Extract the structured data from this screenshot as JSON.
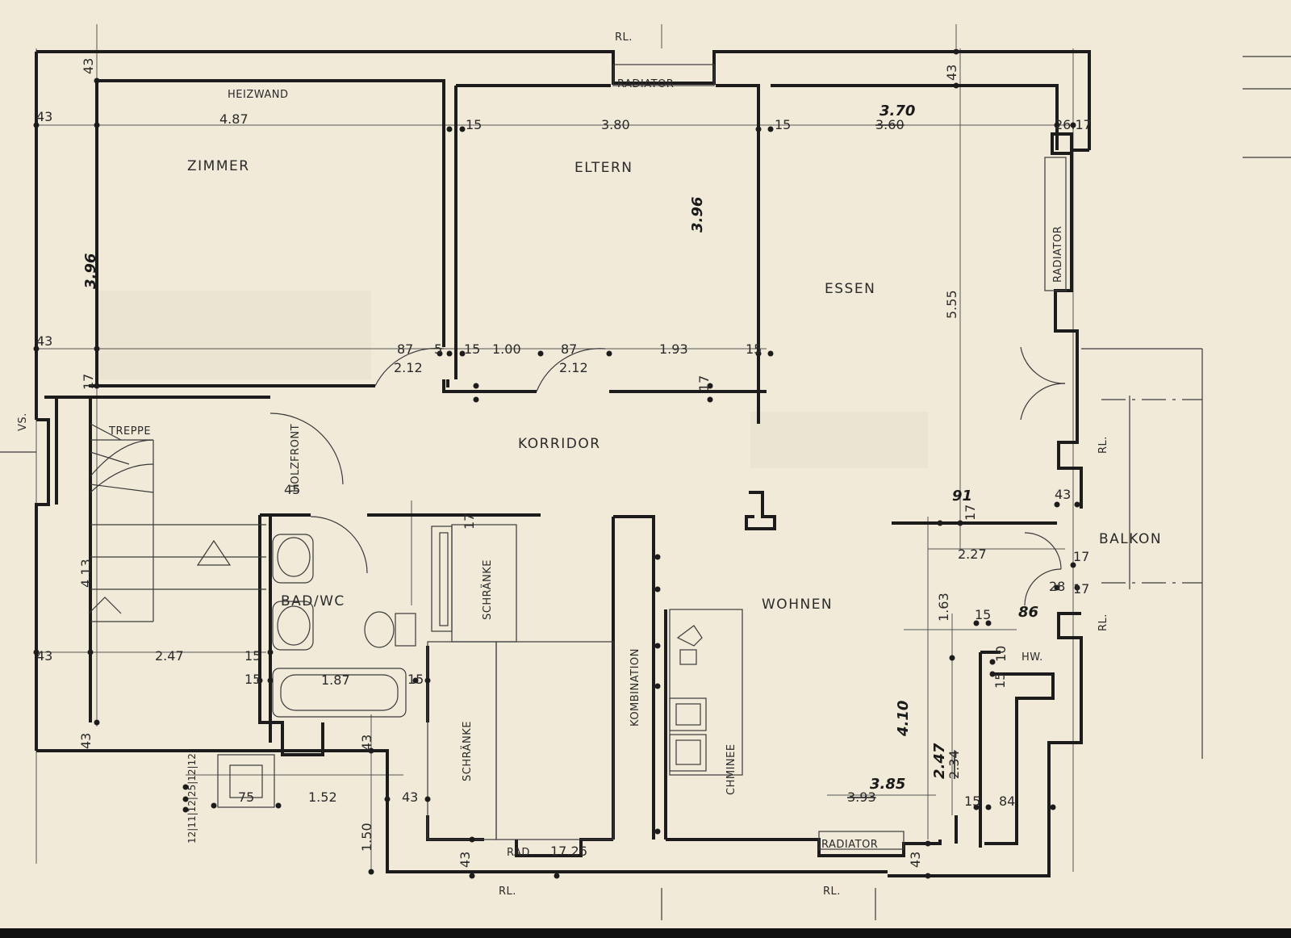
{
  "rooms": {
    "zimmer": "ZIMMER",
    "eltern": "ELTERN",
    "essen": "ESSEN",
    "korridor": "KORRIDOR",
    "wohnen": "WOHNEN",
    "bad_wc": "BAD/WC",
    "balkon": "BALKON",
    "treppe": "TREPPE"
  },
  "fixtures": {
    "heizwand": "HEIZWAND",
    "radiator_top": "RADIATOR",
    "radiator_right": "RADIATOR",
    "radiator_bottom": "RADIATOR",
    "rad_bottom": "RAD.",
    "holzfront": "HOLZFRONT",
    "schraenke_1": "SCHRÄNKE",
    "schraenke_2": "SCHRÄNKE",
    "kombination": "KOMBINATION",
    "chminee": "CHMINEE",
    "hw": "HW.",
    "rl_top": "RL.",
    "rl_right_1": "RL.",
    "rl_right_2": "RL.",
    "rl_bottom_1": "RL.",
    "rl_bottom_2": "RL.",
    "vs": "VS."
  },
  "dimensions": {
    "d_43_a": "43",
    "d_43_b": "43",
    "d_43_c": "43",
    "d_43_d": "43",
    "d_43_e": "43",
    "d_43_f": "43",
    "d_43_g": "43",
    "d_43_h": "43",
    "d_43_i": "43",
    "d_43_j": "43",
    "d_43_k": "43",
    "d_487": "4.87",
    "d_380": "3.80",
    "d_370": "3.70",
    "d_370_old": "3.60",
    "d_15_a": "15",
    "d_15_b": "15",
    "d_15_c": "15",
    "d_15_d": "15",
    "d_15_e": "15",
    "d_15_f": "15",
    "d_15_g": "15",
    "d_15_h": "15",
    "d_15_i": "15",
    "d_15_j": "15",
    "d_2617": "26.17",
    "d_396_a": "3.96",
    "d_396_b": "3.96",
    "d_555": "5.55",
    "d_87_a": "87",
    "d_87_b": "87",
    "d_5": "5",
    "d_100": "1.00",
    "d_193": "1.93",
    "d_212_a": "2.12",
    "d_212_b": "2.12",
    "d_17_a": "17",
    "d_17_b": "17",
    "d_17_c": "17",
    "d_17_d": "17",
    "d_17_e": "17",
    "d_17_f": "17",
    "d_45": "45",
    "d_413": "4.13",
    "d_247": "2.47",
    "d_187": "1.87",
    "d_91": "91",
    "d_227": "2.27",
    "d_163": "1.63",
    "d_86": "86",
    "d_28": "28",
    "d_10": "10",
    "d_410": "4.10",
    "d_247b": "2.47",
    "d_247b_old": "2.34",
    "d_385": "3.85",
    "d_385_old": "3.93",
    "d_84": "84",
    "d_152": "1.52",
    "d_150": "1.50",
    "d_75": "75",
    "d_1726": "17.26",
    "d_left_stack": "12|11|12|25|12|12"
  },
  "colors": {
    "paper": "#f1ead9",
    "ink": "#1c1c1c"
  }
}
